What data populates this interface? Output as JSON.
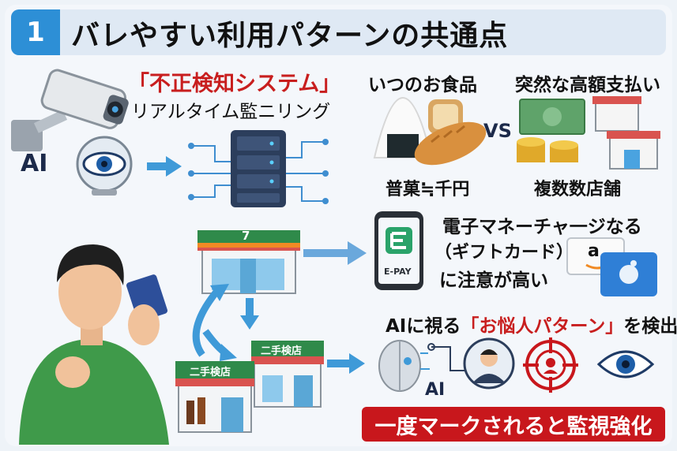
{
  "header": {
    "number": "1",
    "title": "バレやすい利用パターンの共通点"
  },
  "system": {
    "title": "「不正検知システム」",
    "subtitle": "リアルタイム監ニリング",
    "ai_label": "AI"
  },
  "food": {
    "title": "いつのお食品",
    "price_label": "普菓≒千円"
  },
  "vs_label": "VS",
  "payment": {
    "title": "突然な高額支払い",
    "stores_label": "複数数店舗"
  },
  "emoney": {
    "line1": "電子マネーチャ一ジなる",
    "line2": "（ギフトカード）",
    "line3": "に注意が高い",
    "phone_label": "E-PAY",
    "card_letter": "a"
  },
  "stores": {
    "convenience_logo": "7",
    "secondhand1": "二手検店",
    "secondhand2": "二手検店"
  },
  "detect": {
    "text_prefix": "AIに視る",
    "text_highlight": "「お悩人パターン」",
    "text_suffix": "を検出",
    "ai_label": "AI"
  },
  "banner": {
    "text": "一度マークされると監視強化"
  },
  "colors": {
    "accent": "#2d8fd6",
    "alert": "#c8171c",
    "person_shirt": "#3f9a4a",
    "store_stripe": "#d9534f"
  }
}
